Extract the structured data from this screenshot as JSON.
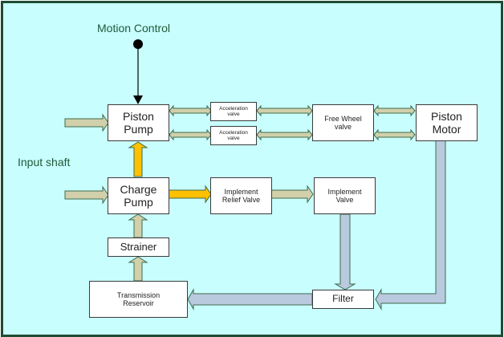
{
  "labels": {
    "motion_control": "Motion Control",
    "input_shaft": "Input shaft"
  },
  "components": {
    "piston_pump": {
      "line1": "Piston",
      "line2": "Pump"
    },
    "accel_valve_1": {
      "line1": "Acceleration",
      "line2": "valve"
    },
    "accel_valve_2": {
      "line1": "Acceleration",
      "line2": "valve"
    },
    "free_wheel_valve": {
      "line1": "Free Wheel",
      "line2": "valve"
    },
    "piston_motor": {
      "line1": "Piston",
      "line2": "Motor"
    },
    "charge_pump": {
      "line1": "Charge",
      "line2": "Pump"
    },
    "implement_relief_valve": {
      "line1": "Implement",
      "line2": "Relief Valve"
    },
    "implement_valve": {
      "line1": "Implement",
      "line2": "Valve"
    },
    "strainer": {
      "line1": "Strainer"
    },
    "transmission_reservoir": {
      "line1": "Transmission",
      "line2": "Reservoir"
    },
    "filter": {
      "line1": "Filter"
    }
  },
  "colors": {
    "background": "#c9fefe",
    "frame": "#1d4d34",
    "shaft_arrow": "#d1d0aa",
    "charge_flow_arrow": "#ffc000",
    "return_flow_arrow": "#b9c9de",
    "arrow_outline": "#3f6b4e"
  }
}
